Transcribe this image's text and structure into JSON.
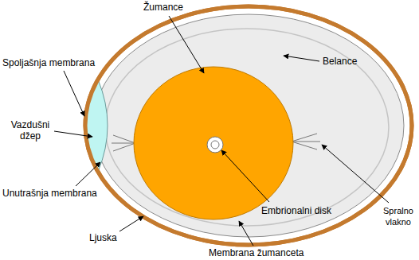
{
  "diagram": {
    "labels": [
      "Žumance",
      "Belance",
      "Spoljašnja membrana",
      "Vazdušni džep",
      "Spralno vlakno",
      "Unutrašnja membrana",
      "Embrionalni disk",
      "Ljuska",
      "Membrana žumanceta"
    ]
  }
}
